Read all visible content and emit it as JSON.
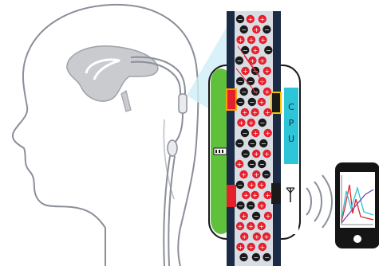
{
  "device": {
    "cpu_label": [
      "C",
      "P",
      "U"
    ],
    "battery_icon": "battery-icon",
    "antenna_icon": "antenna-icon",
    "wireless_icon": "wireless-signal-icon",
    "phone_icon": "smartphone-icon"
  },
  "particles": {
    "negative_sign": "−",
    "positive_sign": "+"
  },
  "colors": {
    "tube_wall": "#1b2a45",
    "tube_fluid": "#d8dde4",
    "implant_green": "#5fc03c",
    "implant_cyan": "#2ec5d8",
    "cell_red": "#e5202c",
    "cell_black": "#1a1a1a",
    "glow": "#cfeff7",
    "outline": "#8a8f99"
  }
}
